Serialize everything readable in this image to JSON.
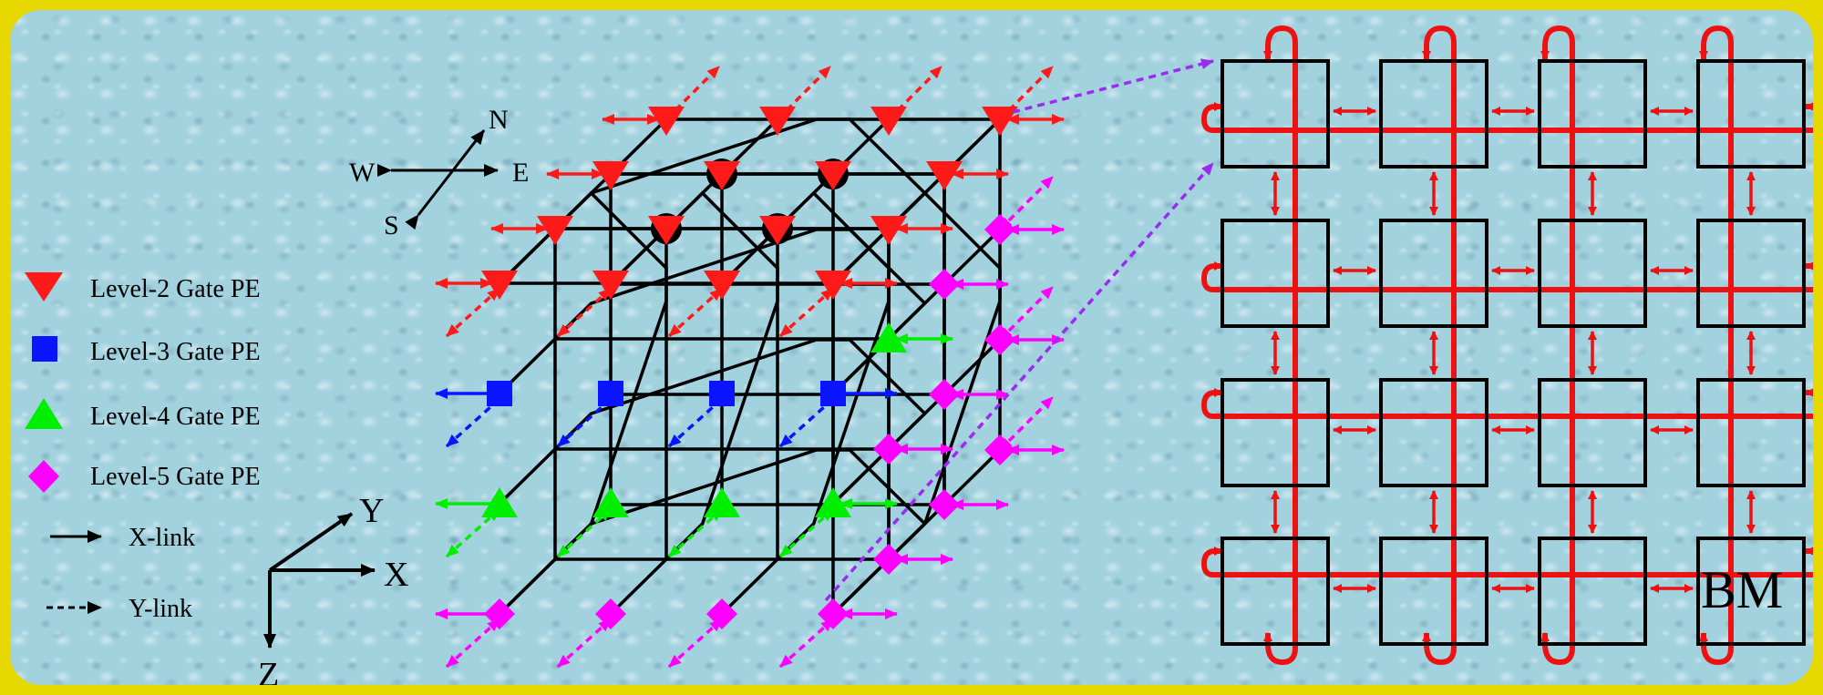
{
  "compass": {
    "n": "N",
    "s": "S",
    "e": "E",
    "w": "W"
  },
  "axes": {
    "x": "X",
    "y": "Y",
    "z": "Z"
  },
  "legend": [
    {
      "shape": "triangle-down",
      "color": "#ff1a1a",
      "label": "Level-2 Gate PE"
    },
    {
      "shape": "square",
      "color": "#0a14ff",
      "label": "Level-3 Gate PE"
    },
    {
      "shape": "triangle-up",
      "color": "#00ee00",
      "label": "Level-4 Gate PE"
    },
    {
      "shape": "diamond",
      "color": "#ff00ff",
      "label": "Level-5 Gate PE"
    },
    {
      "shape": "solid-arrow",
      "color": "#000000",
      "label": "X-link"
    },
    {
      "shape": "dashed-arrow",
      "color": "#000000",
      "label": "Y-link"
    }
  ],
  "grid_label": "BM",
  "colors": {
    "frame": "#e6d800",
    "background": "#a3d2df",
    "link": "#ee1111",
    "dot": "#000000",
    "y_link_zoom": "#9a2cf0"
  }
}
